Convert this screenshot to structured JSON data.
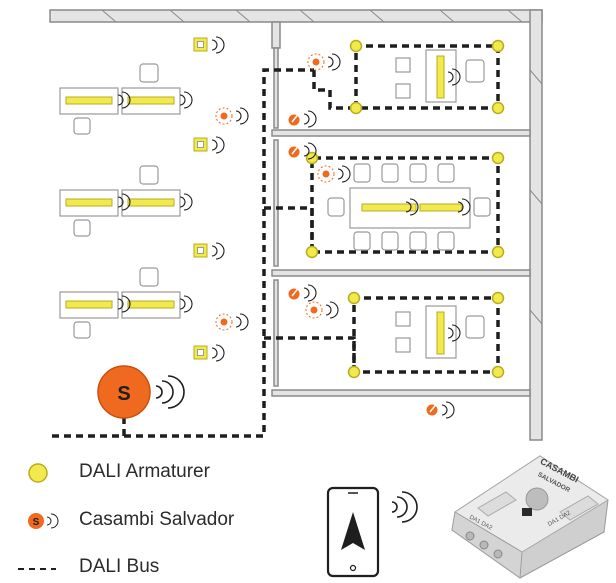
{
  "colors": {
    "wall": "#8a8a8a",
    "wall_fill": "#e4e4e4",
    "bus": "#1e1e1e",
    "luminaire": "#f2e94e",
    "luminaire_outline": "#b6ad1c",
    "salvador": "#ef6a1e",
    "furniture": "#9a9a9a",
    "device_body": "#dedede"
  },
  "icons": {
    "luminaire": "yellow-circle",
    "salvador": "orange-s-circle",
    "wireless": "radio-waves",
    "sensor": "orange-sensor",
    "switch": "orange-switch",
    "wall_panel": "square-panel",
    "smartphone": "smartphone-casambi-app"
  },
  "diagram": {
    "salvador_badge": "S",
    "device": {
      "brand": "CASAMBI",
      "model": "SALVADOR",
      "port_left": "DA1 DA2",
      "port_right": "DA1 DA2"
    }
  },
  "legend": {
    "items": [
      {
        "key": "luminaire",
        "label": "DALI Armaturer"
      },
      {
        "key": "salvador",
        "label": "Casambi Salvador",
        "badge": "S"
      },
      {
        "key": "bus",
        "label": "DALI Bus"
      }
    ]
  }
}
